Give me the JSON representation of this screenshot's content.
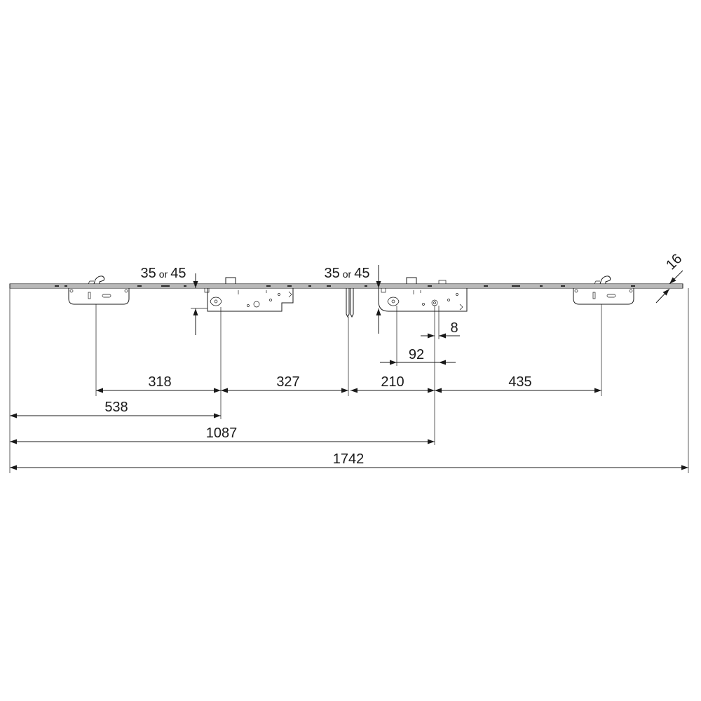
{
  "drawing": {
    "dimensions": {
      "d318": "318",
      "d327": "327",
      "d210": "210",
      "d435": "435",
      "d538": "538",
      "d1087": "1087",
      "d1742": "1742",
      "d92": "92",
      "d8": "8",
      "d16": "16"
    },
    "backset_left": {
      "a": "35",
      "or": "or",
      "b": "45"
    },
    "backset_right": {
      "a": "35",
      "or": "or",
      "b": "45"
    }
  }
}
